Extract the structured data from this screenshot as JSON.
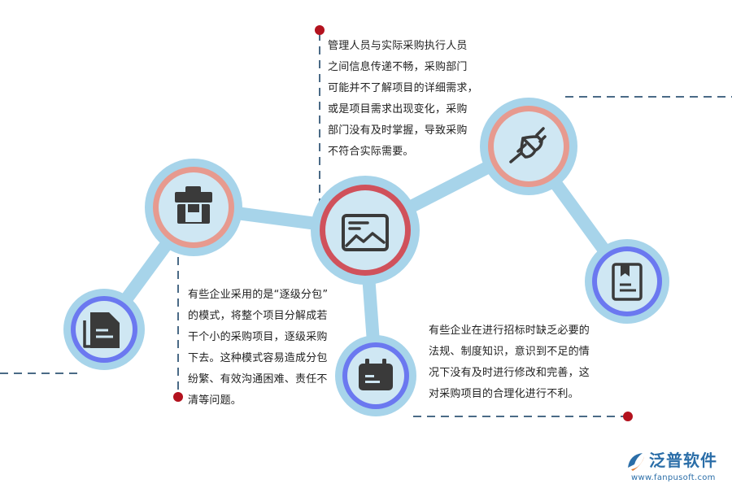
{
  "paragraphs": {
    "top": [
      "管理人员与实际采购执行人员",
      "之间信息传递不畅，采购部门",
      "可能并不了解项目的详细需求，",
      "或是项目需求出现变化，采购",
      "部门没有及时掌握，导致采购",
      "不符合实际需要。"
    ],
    "left": [
      "有些企业采用的是“逐级分包”",
      "的模式，将整个项目分解成若",
      "干个小的采购项目，逐级采购",
      "下去。这种模式容易造成分包",
      "纷繁、有效沟通困难、责任不",
      "清等问题。"
    ],
    "right": [
      "有些企业在进行招标时缺乏必要的",
      "法规、制度知识，意识到不足的情",
      "况下没有及时进行修改和完善，这",
      "对采购项目的合理化进行不利。"
    ]
  },
  "nodes": [
    {
      "id": "node-documents",
      "icon": "documents-icon",
      "ring": "#6b78f0"
    },
    {
      "id": "node-toolbox",
      "icon": "toolbox-icon",
      "ring": "#e79a8f"
    },
    {
      "id": "node-chart-card",
      "icon": "chart-card-icon",
      "ring": "#d0515b"
    },
    {
      "id": "node-calendar",
      "icon": "calendar-icon",
      "ring": "#6b78f0"
    },
    {
      "id": "node-plug",
      "icon": "plug-icon",
      "ring": "#e79a8f"
    },
    {
      "id": "node-book",
      "icon": "book-icon",
      "ring": "#6b78f0"
    }
  ],
  "colors": {
    "connector": "#a7d4ea",
    "halo": "#a7d4ea",
    "inner": "#cfe7f3",
    "icon": "#3a3a3a",
    "dashed": "#4a6a86",
    "marker": "#b3121e"
  },
  "logo": {
    "title": "泛普软件",
    "url": "www.fanpusoft.com"
  }
}
